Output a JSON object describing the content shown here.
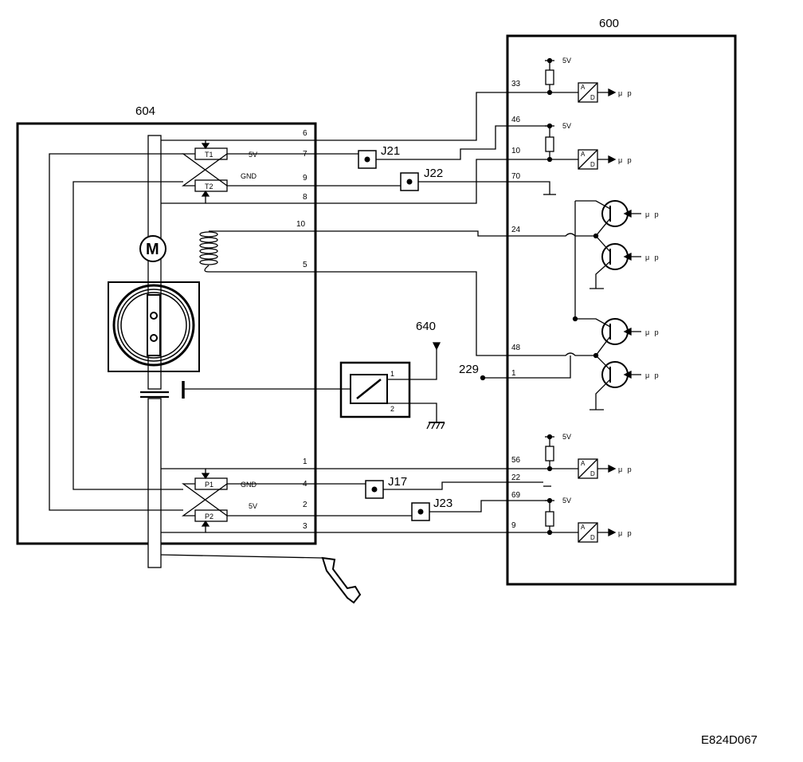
{
  "modules": {
    "left": "604",
    "right": "600"
  },
  "connectors": {
    "j21": "J21",
    "j22": "J22",
    "j17": "J17",
    "j23": "J23"
  },
  "external": {
    "node_640": "640",
    "node_229": "229"
  },
  "figure_id": "E824D067",
  "motor_label": "M",
  "sensors": {
    "t1": "T1",
    "t2": "T2",
    "p1": "P1",
    "p2": "P2"
  },
  "supply": {
    "v5": "5V",
    "gnd": "GND"
  },
  "left_pins": {
    "p6": "6",
    "p7": "7",
    "p9": "9",
    "p8": "8",
    "p10": "10",
    "p5": "5",
    "p1": "1",
    "p4": "4",
    "p2": "2",
    "p3": "3"
  },
  "right_pins": {
    "p33": "33",
    "p46": "46",
    "p10": "10",
    "p70": "70",
    "p24": "24",
    "p48": "48",
    "p1": "1",
    "p56": "56",
    "p22": "22",
    "p69": "69",
    "p9": "9"
  },
  "relay_pins": {
    "r1": "1",
    "r2": "2"
  },
  "adc": {
    "a": "A",
    "d": "D"
  },
  "mcu": "μ p"
}
